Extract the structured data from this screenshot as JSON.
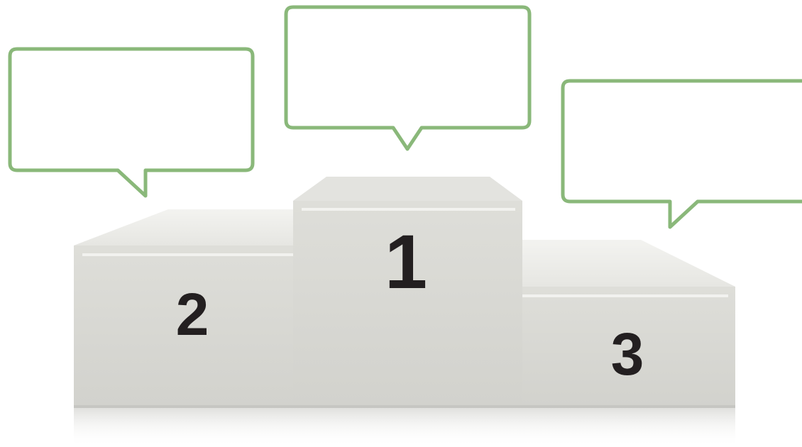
{
  "podium": {
    "first": {
      "label": "1"
    },
    "second": {
      "label": "2"
    },
    "third": {
      "label": "3"
    }
  },
  "colors": {
    "bubble_border": "#8ab87a",
    "bubble_fill": "#ffffff",
    "podium_front": "#d8d8d3",
    "podium_top": "#eaeae6",
    "number": "#231f20"
  },
  "bubbles": {
    "first": {
      "text": ""
    },
    "second": {
      "text": ""
    },
    "third": {
      "text": ""
    }
  }
}
